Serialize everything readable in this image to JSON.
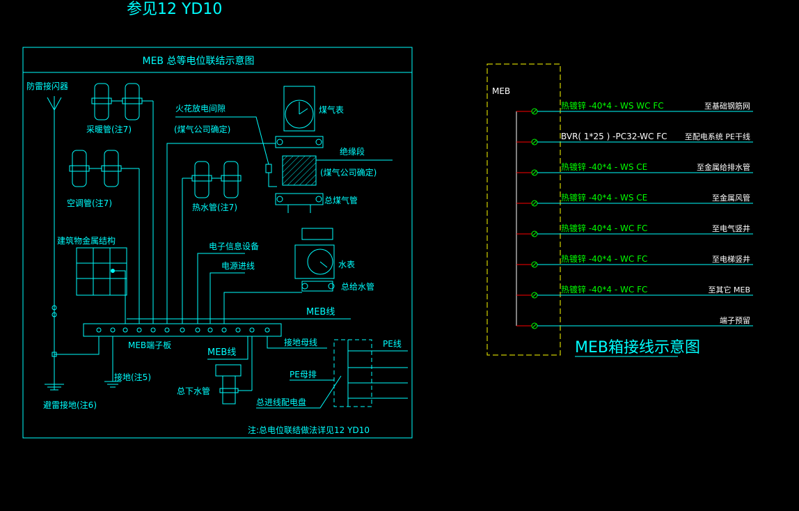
{
  "colors": {
    "background": "#000000",
    "cyan": "#00ffff",
    "white": "#ffffff",
    "green": "#00ff00",
    "yellow": "#ffff00",
    "red": "#ff0000"
  },
  "header_note": "参见12 YD10",
  "left_panel": {
    "title": "MEB 总等电位联结示意图",
    "labels": {
      "lightning_arrester": "防雷接闪器",
      "heating_pipe": "采暖管(注7)",
      "ac_pipe": "空调管(注7)",
      "hot_water_pipe": "热水管(注7)",
      "building_metal": "建筑物金属结构",
      "spark_gap": "火花放电间隙",
      "spark_gap_note": "(煤气公司确定)",
      "gas_meter": "煤气表",
      "insulation_section": "绝缘段",
      "insulation_note": "(煤气公司确定)",
      "main_gas_pipe": "总煤气管",
      "electronic_equipment": "电子信息设备",
      "power_incoming": "电源进线",
      "water_meter": "水表",
      "main_water_supply": "总给水管",
      "meb_line_top": "MEB线",
      "meb_terminal_board": "MEB端子板",
      "grounding_conductor": "接地母线",
      "pe_line": "PE线",
      "meb_line_bottom": "MEB线",
      "pe_busbar": "PE母排",
      "grounding": "接地(注5)",
      "lightning_grounding": "避雷接地(注6)",
      "main_drain_pipe": "总下水管",
      "main_incoming_board": "总进线配电盘",
      "footnote": "注:总电位联结做法详见12 YD10"
    }
  },
  "right_panel": {
    "box_label": "MEB",
    "caption": "MEB箱接线示意图",
    "rows": [
      {
        "spec": "热镀锌 -40*4 - WS WC FC",
        "dest": "至基础钢筋网",
        "spec_color": "green"
      },
      {
        "spec": "BVR( 1*25 ) -PC32-WC   FC",
        "dest": "至配电系统  PE干线",
        "spec_color": "white"
      },
      {
        "spec": "热镀锌 -40*4 - WS CE",
        "dest": "至金属给排水管",
        "spec_color": "green"
      },
      {
        "spec": "热镀锌 -40*4 - WS CE",
        "dest": "至金属风管",
        "spec_color": "green"
      },
      {
        "spec": "热镀锌 -40*4 - WC FC",
        "dest": "至电气竖井",
        "spec_color": "green"
      },
      {
        "spec": "热镀锌 -40*4 - WC FC",
        "dest": "至电梯竖井",
        "spec_color": "green"
      },
      {
        "spec": "热镀锌 -40*4 - WC FC",
        "dest": "至其它 MEB",
        "spec_color": "green"
      },
      {
        "spec": "",
        "dest": "端子预留",
        "spec_color": "green"
      }
    ]
  }
}
